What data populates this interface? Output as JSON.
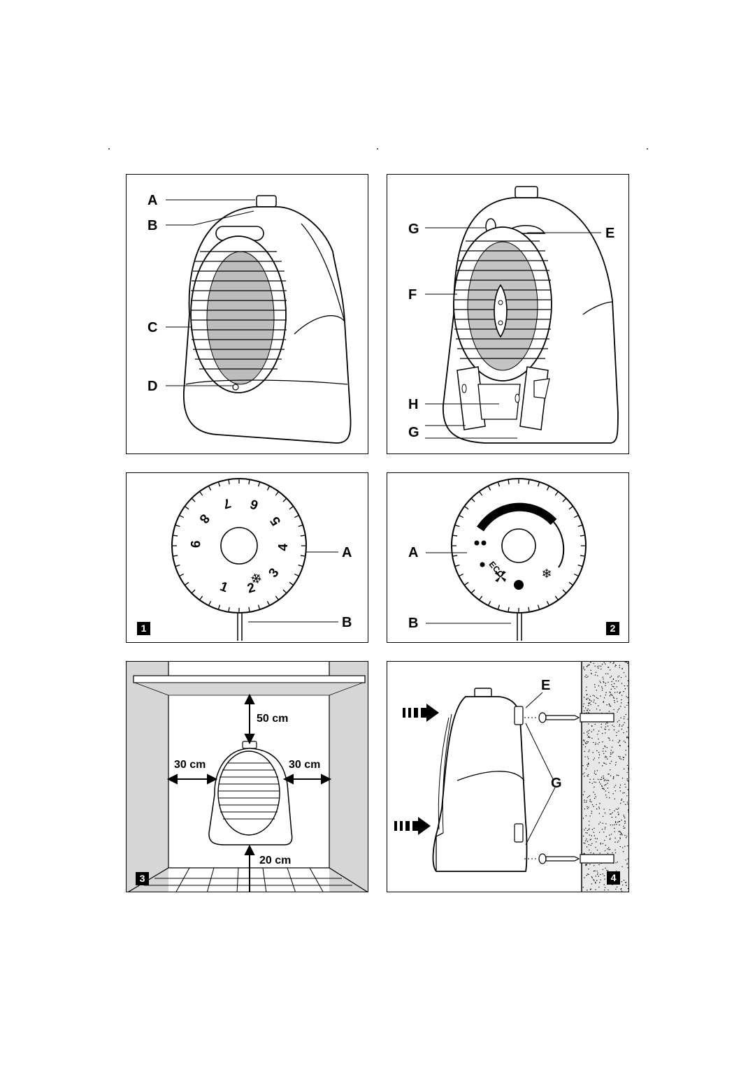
{
  "top_dots": [
    ".",
    ".",
    "."
  ],
  "panel_front": {
    "labels": {
      "a": "A",
      "b": "B",
      "c": "C",
      "d": "D"
    }
  },
  "panel_back": {
    "labels": {
      "g_top": "G",
      "e": "E",
      "f": "F",
      "h": "H",
      "g_bottom": "G"
    }
  },
  "panel_dial1": {
    "badge": "1",
    "labels": {
      "a": "A",
      "b": "B"
    },
    "numbers": [
      "1",
      "2",
      "3",
      "4",
      "5",
      "6",
      "7",
      "8",
      "9"
    ],
    "frost_icon": "snowflake-icon"
  },
  "panel_dial2": {
    "badge": "2",
    "labels": {
      "a": "A",
      "b": "B"
    },
    "eco": "ECO",
    "icons": [
      "two-dots-icon",
      "one-dot-icon",
      "fan-icon",
      "big-dot-icon",
      "snowflake-icon"
    ]
  },
  "panel_clearance": {
    "badge": "3",
    "dims": {
      "top": "50 cm",
      "left": "30 cm",
      "right": "30 cm",
      "bottom": "20 cm"
    }
  },
  "panel_wall": {
    "badge": "4",
    "labels": {
      "e": "E",
      "g": "G"
    }
  }
}
